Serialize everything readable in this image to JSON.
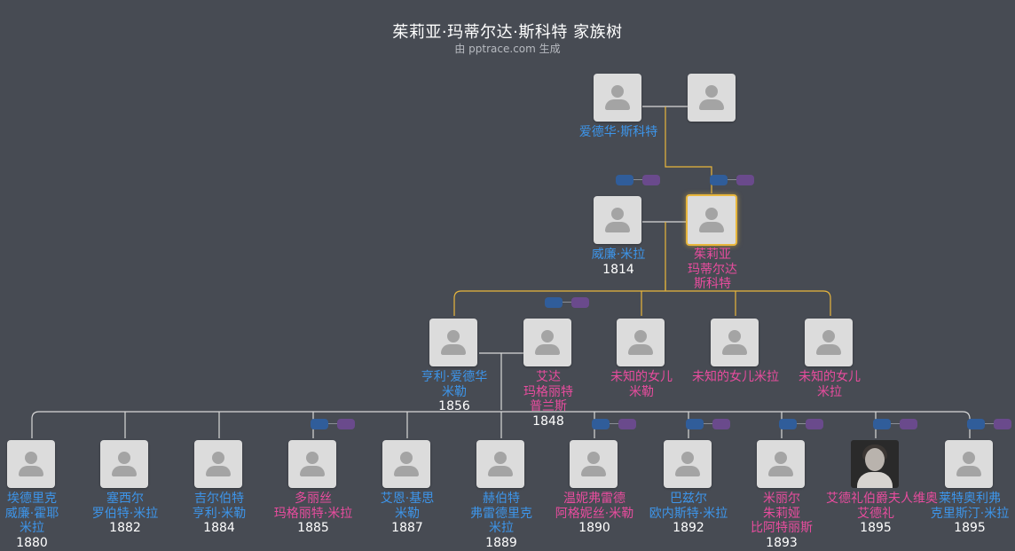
{
  "header": {
    "title": "茱莉亚·玛蒂尔达·斯科特 家族树",
    "subtitle": "由 pptrace.com 生成"
  },
  "colors": {
    "background": "#474b53",
    "male": "#3d95ea",
    "female": "#e84c9e",
    "highlight_line": "#e8b63c",
    "line": "#d8d8d8"
  },
  "people": {
    "edward_scott": {
      "lines": [
        "爱德华·斯科特"
      ],
      "year": "",
      "gender": "male"
    },
    "edward_spouse": {
      "lines": [],
      "year": "",
      "gender": "female"
    },
    "william_miller": {
      "lines": [
        "威廉·米拉"
      ],
      "year": "1814",
      "gender": "male"
    },
    "julia": {
      "lines": [
        "茱莉亚",
        "玛蒂尔达",
        "斯科特"
      ],
      "year": "",
      "gender": "female"
    },
    "henry_edward": {
      "lines": [
        "亨利·爱德华",
        "米勒"
      ],
      "year": "1856",
      "gender": "male"
    },
    "ada": {
      "lines": [
        "艾达",
        "玛格丽特",
        "普兰斯"
      ],
      "year": "1848",
      "gender": "female"
    },
    "unknown_daughter_1": {
      "lines": [
        "未知的女儿",
        "米勒"
      ],
      "year": "",
      "gender": "female"
    },
    "unknown_daughter_2": {
      "lines": [
        "未知的女儿米拉"
      ],
      "year": "",
      "gender": "female"
    },
    "unknown_daughter_3": {
      "lines": [
        "未知的女儿",
        "米拉"
      ],
      "year": "",
      "gender": "female"
    },
    "eric": {
      "lines": [
        "埃德里克",
        "威廉·霍耶",
        "米拉"
      ],
      "year": "1880",
      "gender": "male"
    },
    "cecil": {
      "lines": [
        "塞西尔",
        "罗伯特·米拉"
      ],
      "year": "1882",
      "gender": "male"
    },
    "gilbert": {
      "lines": [
        "吉尔伯特",
        "亨利·米勒"
      ],
      "year": "1884",
      "gender": "male"
    },
    "dolly": {
      "lines": [
        "多丽丝",
        "玛格丽特·米拉"
      ],
      "year": "1885",
      "gender": "female"
    },
    "ian": {
      "lines": [
        "艾恩·基思",
        "米勒"
      ],
      "year": "1887",
      "gender": "male"
    },
    "herbert": {
      "lines": [
        "赫伯特",
        "弗雷德里克",
        "米拉"
      ],
      "year": "1889",
      "gender": "male"
    },
    "winifred": {
      "lines": [
        "温妮弗雷德",
        "阿格妮丝·米勒"
      ],
      "year": "1890",
      "gender": "female"
    },
    "basil": {
      "lines": [
        "巴兹尔",
        "欧内斯特·米拉"
      ],
      "year": "1892",
      "gender": "male"
    },
    "millicent": {
      "lines": [
        "米丽尔",
        "朱莉娅",
        "比阿特丽斯"
      ],
      "year": "1893",
      "gender": "female"
    },
    "agatha": {
      "lines": [
        "艾德礼伯爵夫人维奥",
        "艾德礼"
      ],
      "year": "1895",
      "gender": "female"
    },
    "clifford": {
      "lines": [
        "莱特奥利弗",
        "克里斯汀·米拉"
      ],
      "year": "1895",
      "gender": "male"
    }
  }
}
